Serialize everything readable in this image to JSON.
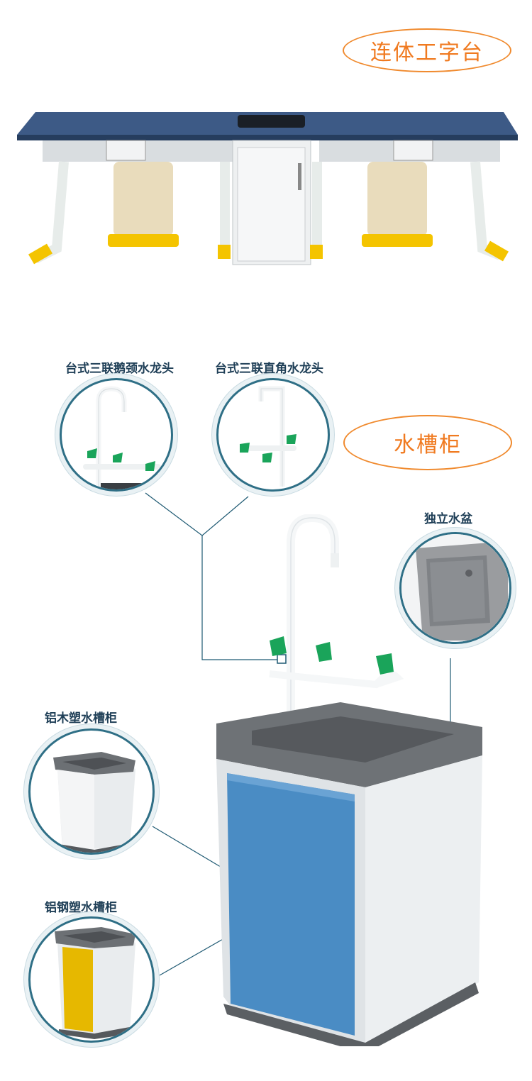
{
  "banner": {
    "top_title": "连体工字台",
    "section_title": "水槽柜"
  },
  "callouts": {
    "gooseneck_faucet": "台式三联鹅颈水龙头",
    "right_angle_faucet": "台式三联直角水龙头",
    "standalone_basin": "独立水盆",
    "aluminum_wood_cabinet": "铝木塑水槽柜",
    "aluminum_steel_cabinet": "铝钢塑水槽柜"
  },
  "colors": {
    "accent_orange": "#f07a20",
    "label_navy": "#1f3f57",
    "circle_teal": "#2f6f86",
    "cabinet_blue": "#4a8cc4",
    "door_yellow": "#e6b800",
    "valve_green": "#1aa45a"
  }
}
